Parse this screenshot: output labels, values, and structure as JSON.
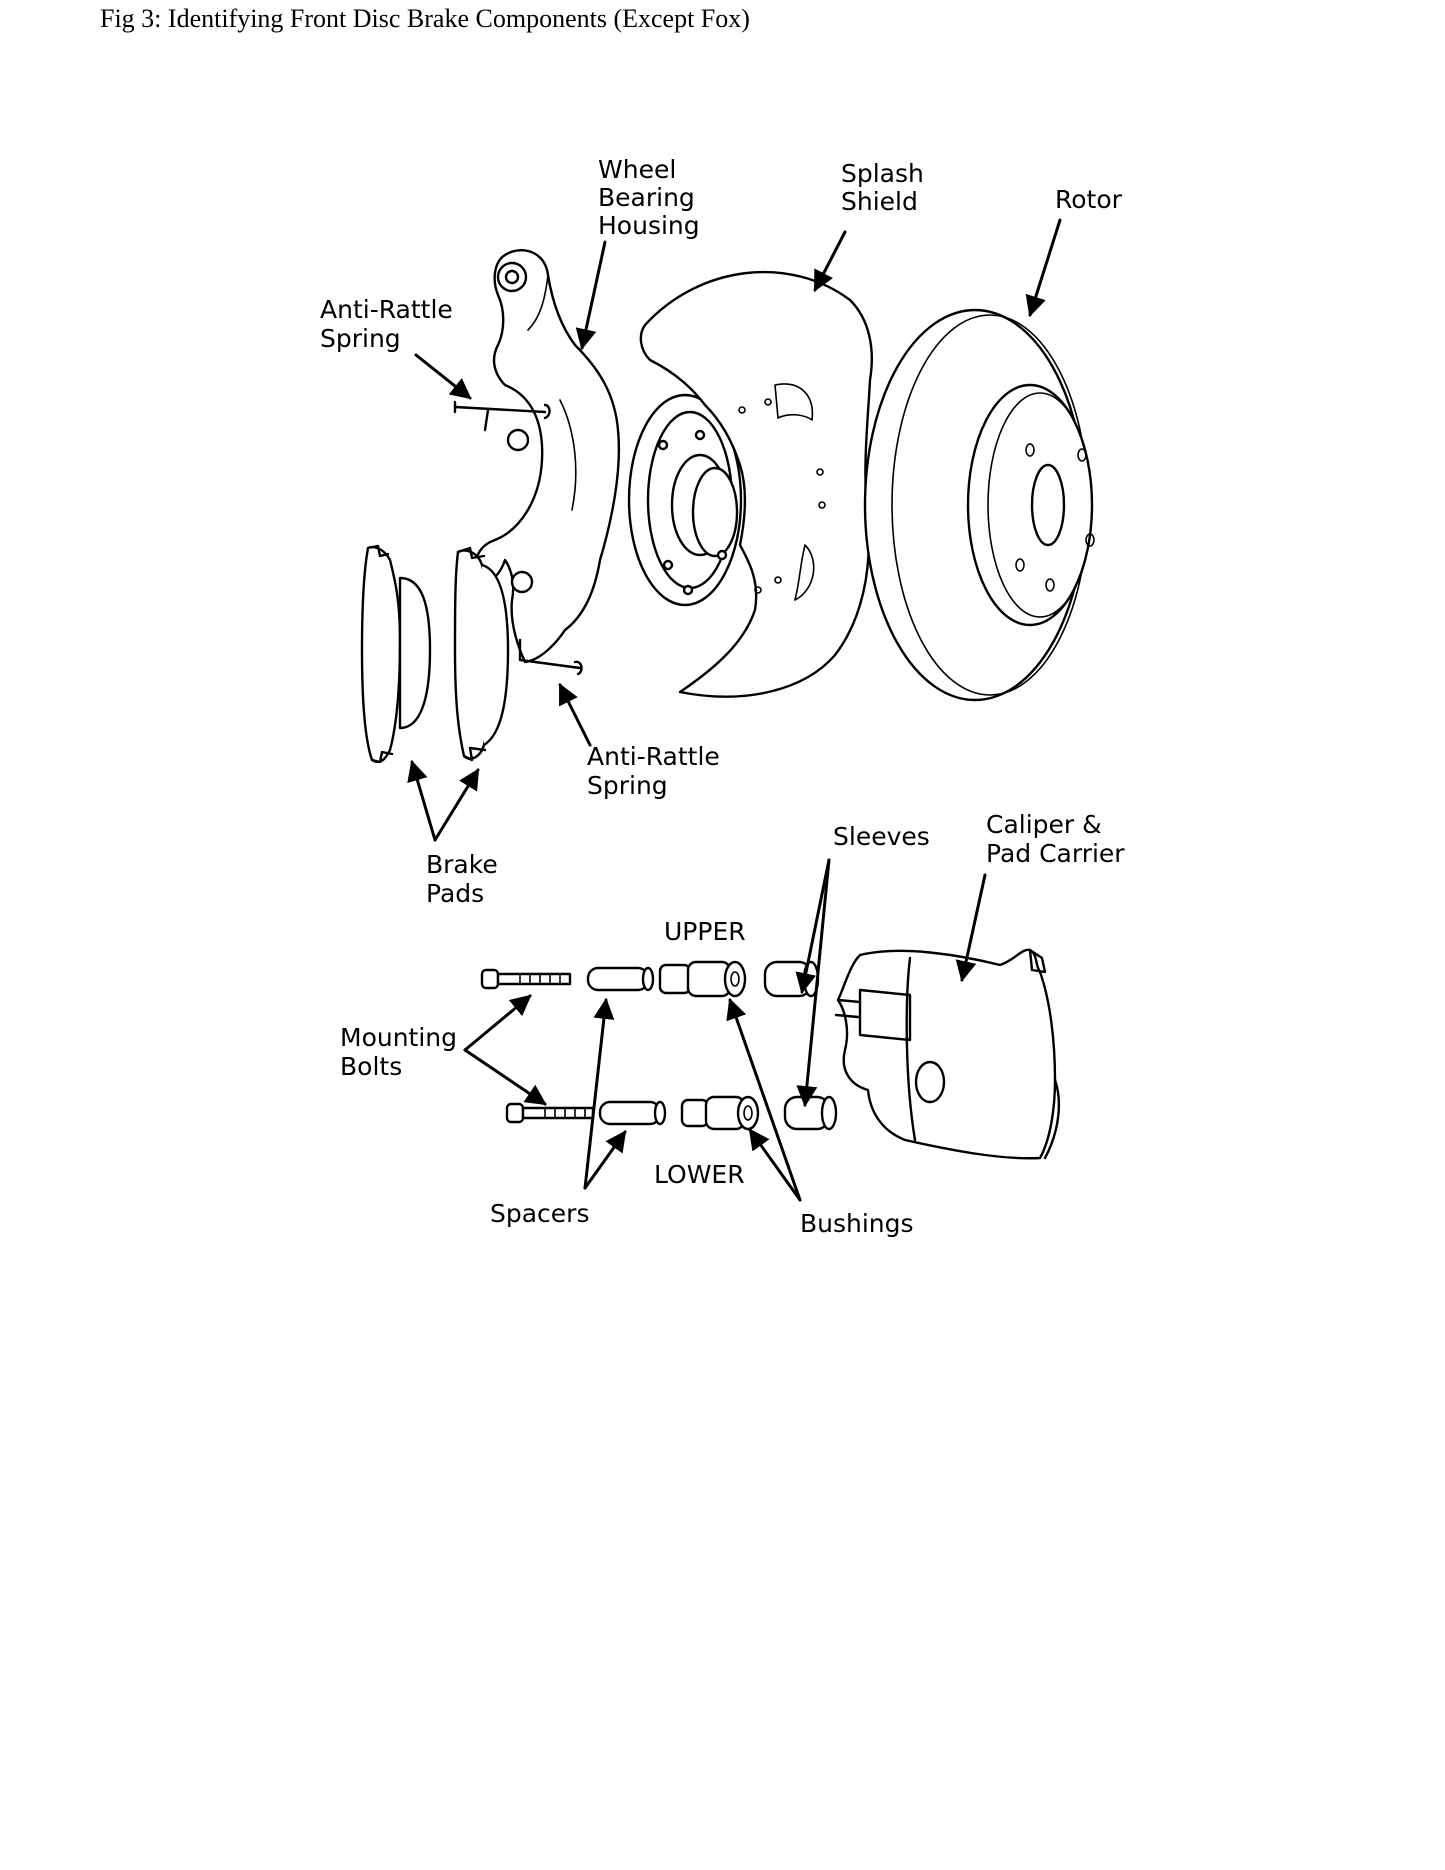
{
  "caption": "Fig 3: Identifying Front Disc Brake Components (Except Fox)",
  "labels": {
    "wheel_bearing_housing": [
      "Wheel",
      "Bearing",
      "Housing"
    ],
    "splash_shield": [
      "Splash",
      "Shield"
    ],
    "rotor": [
      "Rotor"
    ],
    "anti_rattle_spring_upper": [
      "Anti-Rattle",
      "Spring"
    ],
    "anti_rattle_spring_lower": [
      "Anti-Rattle",
      "Spring"
    ],
    "brake_pads": [
      "Brake",
      "Pads"
    ],
    "sleeves": [
      "Sleeves"
    ],
    "caliper_pad_carrier": [
      "Caliper &",
      "Pad Carrier"
    ],
    "upper": [
      "UPPER"
    ],
    "lower": [
      "LOWER"
    ],
    "mounting_bolts": [
      "Mounting",
      "Bolts"
    ],
    "spacers": [
      "Spacers"
    ],
    "bushings": [
      "Bushings"
    ]
  }
}
